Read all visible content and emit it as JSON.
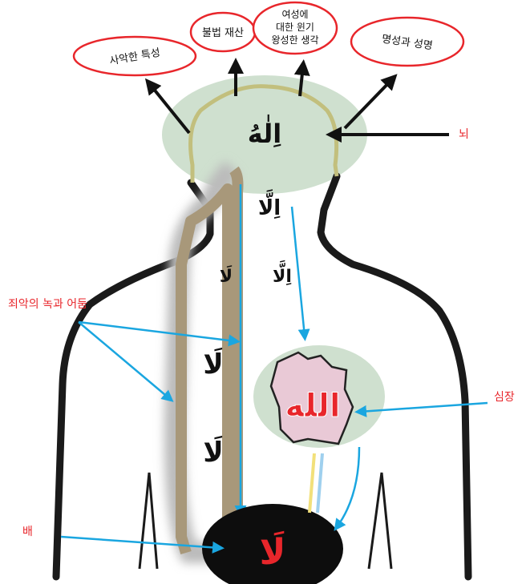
{
  "bubbles": {
    "b1": "사악한 특성",
    "b2": "불법 재산",
    "b3_line1": "여성에",
    "b3_line2": "대한 윈기",
    "b3_line3": "왕성한 생각",
    "b4": "명성과 성명"
  },
  "labels": {
    "brain": "뇌",
    "heart": "심장",
    "belly": "배",
    "sin": "죄악의 녹과 어둠"
  },
  "arabic": {
    "head": "اِلٰهُ",
    "illa_top": "اِلَّا",
    "illa_mid": "اِلَّا",
    "la_small": "لَا",
    "la_1": "لَا",
    "la_2": "لَا",
    "allah": "الله",
    "la_belly": "لَا"
  },
  "colors": {
    "label_red": "#e8262b",
    "head_glow": "#cfe0cf",
    "heart_fill": "#e9c9d6",
    "arrow_blue": "#1aa6e0",
    "dark_channel": "#a8987a",
    "body_outline": "#1a1a1a"
  }
}
